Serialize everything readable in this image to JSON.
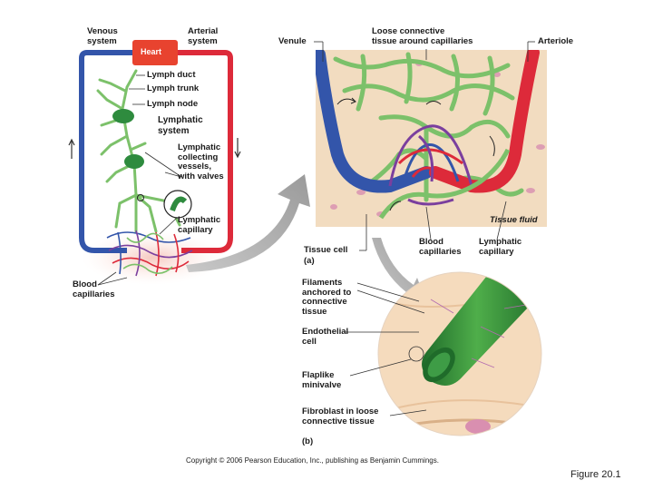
{
  "labels": {
    "venous_system": "Venous\nsystem",
    "arterial_system": "Arterial\nsystem",
    "heart": "Heart",
    "lymph_duct": "Lymph duct",
    "lymph_trunk": "Lymph trunk",
    "lymph_node": "Lymph node",
    "lymphatic_system": "Lymphatic\nsystem",
    "lymphatic_collecting_vessels": "Lymphatic\ncollecting\nvessels,\nwith valves",
    "lymphatic_capillary_left": "Lymphatic\ncapillary",
    "blood_capillaries_left": "Blood\ncapillaries",
    "venule": "Venule",
    "loose_connective_tissue": "Loose connective\ntissue around capillaries",
    "arteriole": "Arteriole",
    "tissue_fluid": "Tissue fluid",
    "tissue_cell": "Tissue cell",
    "panel_a": "(a)",
    "blood_capillaries_right": "Blood\ncapillaries",
    "lymphatic_capillary_right": "Lymphatic\ncapillary",
    "filaments": "Filaments\nanchored to\nconnective\ntissue",
    "endothelial_cell": "Endothelial\ncell",
    "flaplike_minivalve": "Flaplike\nminivalve",
    "fibroblast": "Fibroblast in loose\nconnective tissue",
    "panel_b": "(b)"
  },
  "copyright": "Copyright © 2006 Pearson Education, Inc., publishing as Benjamin Cummings.",
  "figure_number": "Figure 20.1",
  "colors": {
    "vein": "#3355aa",
    "artery": "#dd2a3a",
    "lymph": "#7cc16a",
    "lymph_dark": "#2e8b3e",
    "heart": "#e8432f",
    "tissue": "#f2dcc0",
    "capillary_purple": "#7b3f9e"
  }
}
